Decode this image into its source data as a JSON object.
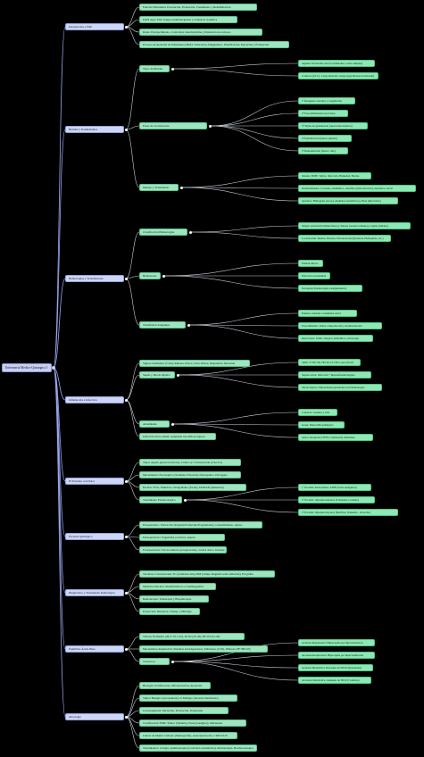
{
  "root": "Enfermeria Medico-Quirurgica I",
  "branches": [
    {
      "label": "Introducción y PAE",
      "children": [
        {
          "label": "Función Enfermera: Prevención, Promoción, Tratamiento y Rehabilitación"
        },
        {
          "label": "Perfil siglo XXI: Equipo multidisciplinar y evidencia científica"
        },
        {
          "label": "Roles: Envejecimiento, cronicidad, interdisciplina y limitación de recursos"
        },
        {
          "label": "Proceso de Atención de Enfermería (PAE): Valoración, Diagnóstico, Planificación, Ejecución y Evaluación"
        }
      ]
    },
    {
      "label": "Heridas y Traumatismos",
      "children": [
        {
          "label": "Tipos de Heridas",
          "children": [
            {
              "label": "Agudas: Evolución corta (Contusiones, cortes simples)"
            },
            {
              "label": "Crónicas (UCC): Larga duración, riesgo (upp/úlceras/cicatrizada)"
            }
          ]
        },
        {
          "label": "Fases de Cicatrización",
          "children": [
            {
              "label": "1ª Respuesta vascular y coagulación"
            },
            {
              "label": "2ª Fase inflamatoria (4-6 días)"
            },
            {
              "label": "3ª Tejido de granulación (reparación dérmica)"
            },
            {
              "label": "4ª Epitelización (nuevo epitelio)"
            },
            {
              "label": "5ª Remodelación (hasta 1 año)"
            }
          ]
        },
        {
          "label": "Manejo y Tratamiento",
          "children": [
            {
              "label": "Modelo TIME: Tejido, Infección, Humedad, Bordes"
            },
            {
              "label": "Desbridamiento: Cortante, enzimático, autolítico (más selectivo), mecánico, larval"
            },
            {
              "label": "Apósitos: Hidrogeles (secos), Alginatos (exudativos), Plata (infectados)"
            }
          ]
        }
      ]
    },
    {
      "label": "Hemorragias y Transfusiones",
      "children": [
        {
          "label": "Clasificación Hemorragias",
          "children": [
            {
              "label": "Origen: Arterial (brillante/chorro), Venosa (oscura/continua), Capilar (sábana)"
            },
            {
              "label": "Localización: Interna, Externa, Exteriorizada (Epistaxis, Hemoptisis, etc.)"
            }
          ]
        },
        {
          "label": "Hemostasia",
          "children": [
            {
              "label": "Presión directa"
            },
            {
              "label": "Elevación extremidad"
            },
            {
              "label": "Torniquete (hemorragias exanguinantes)"
            }
          ]
        },
        {
          "label": "Transfusión Sanguínea",
          "children": [
            {
              "label": "Pruebas cruzadas e identidad activa"
            },
            {
              "label": "Procedimiento: Doble comprobación y monitorización"
            },
            {
              "label": "Reacciones: Febril, alérgica, hemolítica, sobrecarga"
            }
          ]
        }
      ]
    },
    {
      "label": "Inflamación e Infección",
      "children": [
        {
          "label": "Signos Cardinales (5 abs): Rubous, Dolor, Calor, Rubor, Impotencia funcional"
        },
        {
          "label": "Sepsis y Shock Séptico",
          "children": [
            {
              "label": "SRIS: T>38/<36, FR>20, FC>90, Leucocitosis"
            },
            {
              "label": "Sepsis Grave: Infección + hipoperfusión/órgano"
            },
            {
              "label": "Shock Séptico: Hipotensión persistente tras fluidoterapia"
            }
          ]
        },
        {
          "label": "Aislamiento",
          "children": [
            {
              "label": "Contacto: Guantes y bata"
            },
            {
              "label": "Gotas: Mascarilla quirúrgica"
            },
            {
              "label": "Aéreo: Respirador FFP2 y habitación individual"
            }
          ]
        },
        {
          "label": "Infección Nosocomial: Adquirida tras 48h de ingreso"
        }
      ]
    },
    {
      "label": "El Paciente con Dolor",
      "children": [
        {
          "label": "Tipos: Agudo (protector/breve), Crónico (>3-6 meses/sin protector)"
        },
        {
          "label": "Mecanismos: Nociceptivo (Somático/Visceral), Neuropático, Psicógeno"
        },
        {
          "label": "Escalas: EVA, Numérica, Wong-Baker (facial), PAINAD (demencia)"
        },
        {
          "label": "Tratamiento Farmacológico",
          "children": [
            {
              "label": "1º Escalón: Paracetamol, AINE (techo analgésico)"
            },
            {
              "label": "2º Escalón: Opioides menores (Tramadol, Codeína)"
            },
            {
              "label": "3º Escalón: Opioides mayores (Morfina, Fentanilo - sin techo)"
            }
          ]
        }
      ]
    },
    {
      "label": "Paciente Quirúrgico",
      "children": [
        {
          "label": "Preoperatorio: Valoración (Urgente/Preferente/Programada), Consentimiento, Ayuno"
        },
        {
          "label": "Intraoperatorio: Seguridad, posición, asepsia"
        },
        {
          "label": "Postoperatorio: Tan de Aldrete (recuperación), control dolor, drenajes"
        }
      ]
    },
    {
      "label": "Diagnóstico y Tratamiento Radiológico",
      "children": [
        {
          "label": "Técnicas: Convencional, TC (radiación alta), RM (campo magnético/sin radiación), Ecografía"
        },
        {
          "label": "Medicina Nuclear: Radiofármacos e Gammagrafías"
        },
        {
          "label": "Radioterapia: Teleterapia y Braquiterapia"
        },
        {
          "label": "Protección: Distancia, Tiempo y Blindaje"
        }
      ]
    },
    {
      "label": "Equilibrio Ácido-Base",
      "children": [
        {
          "label": "Valores Normales: pH (7.35-7.45), PCO2 (35-45), HCO3 (22-26)"
        },
        {
          "label": "Mecanismos Regulación: Sistemas amortiguadores, Pulmones (CO2), Riñones (H+/HCO3)"
        },
        {
          "label": "Trastornos",
          "children": [
            {
              "label": "Acidosis Respiratoria: Hipercapnia por hipoventilación"
            },
            {
              "label": "Alcalosis Respiratoria: Hipocapnia por hiperventilación"
            },
            {
              "label": "Acidosis Metabólica: Descenso de HCO3 (Kussmaul)"
            },
            {
              "label": "Alcalosis Metabólica: Aumento de HCO3 (vómitos)"
            }
          ]
        }
      ]
    },
    {
      "label": "Oncología",
      "children": [
        {
          "label": "Biología: Proliferación, Diferenciación, Apoptosis"
        },
        {
          "label": "Tumor Benigno (encapsulado) vs Maligno (invasivo/metástasis)"
        },
        {
          "label": "Carcinogénesis: Iniciación, Promoción, Progresión"
        },
        {
          "label": "Clasificación TNM: Tumor (Tamaño), Node (Ganglios), Metástasis"
        },
        {
          "label": "Cáncer de Mama: Cribado (Mamografía), Autoexploración, CDIS/CLIS"
        },
        {
          "label": "Tratamientos: Cirugía, Quimioterapia (toxicidad acumulativa), Radioterapia, Hormonoterapia"
        }
      ]
    }
  ]
}
